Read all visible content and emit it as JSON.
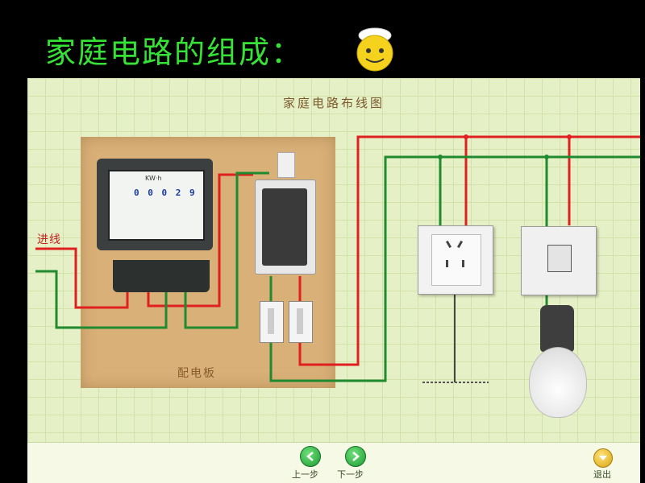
{
  "slide": {
    "title": "家庭电路的组成："
  },
  "diagram": {
    "title": "家庭电路布线图",
    "board_label": "配电板",
    "incoming_label": "进线",
    "meter_reading": "0 0 0 2 9",
    "meter_brand": "KW·h"
  },
  "nav": {
    "prev_label": "上一步",
    "next_label": "下一步",
    "exit_label": "退出"
  },
  "colors": {
    "live_wire": "#e02020",
    "neutral_wire": "#1f8a2f",
    "title_green": "#36e236"
  }
}
